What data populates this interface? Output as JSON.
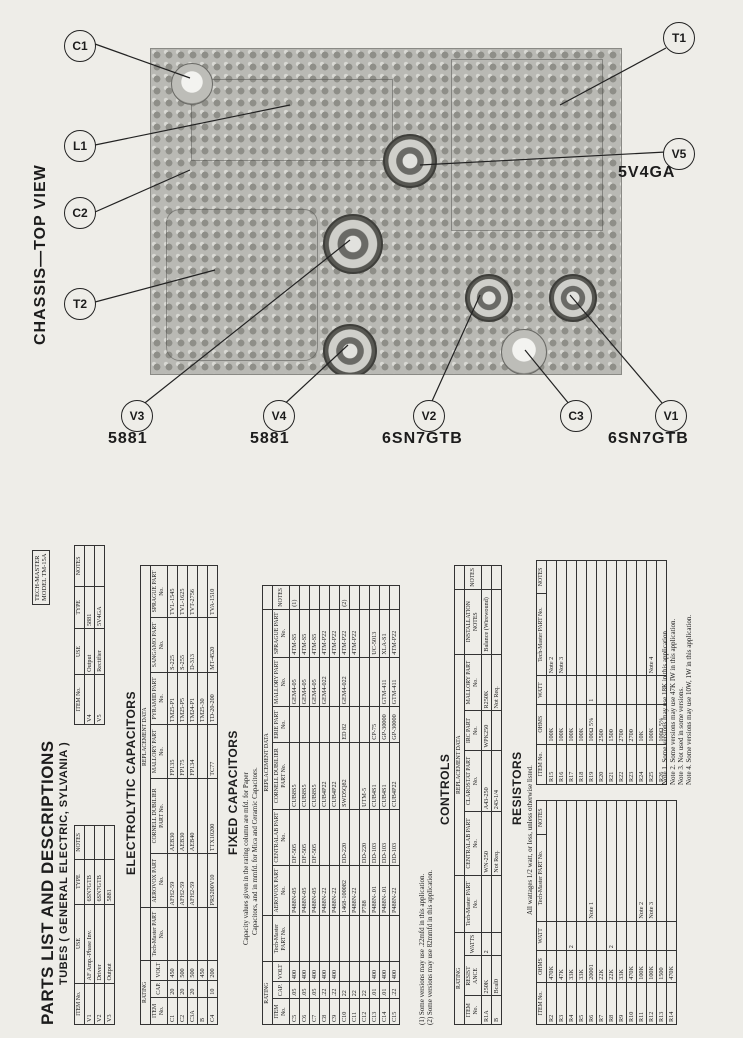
{
  "chassis": {
    "title": "CHASSIS—TOP VIEW",
    "labels": [
      "C1",
      "L1",
      "C2",
      "T2",
      "T1",
      "V5",
      "V3",
      "V4",
      "V2",
      "C3",
      "V1"
    ],
    "tube_types": {
      "V5": "5V4GA",
      "V3": "5881",
      "V4": "5881",
      "V2": "6SN7GTB",
      "V1": "6SN7GTB"
    }
  },
  "stamp": {
    "line1": "TECH-MASTER",
    "line2": "MODEL TM-15A"
  },
  "header": {
    "title": "PARTS LIST AND DESCRIPTIONS",
    "subtitle": "TUBES ( GENERAL ELECTRIC, SYLVANIA )"
  },
  "tubes": {
    "left_headers": [
      "ITEM No.",
      "USE",
      "TYPE",
      "NOTES"
    ],
    "left_rows": [
      [
        "V1",
        "AF Amp.-Phase Inv.",
        "6SN7GTB",
        ""
      ],
      [
        "V2",
        "Driver",
        "6SN7GTB",
        ""
      ],
      [
        "V3",
        "Output",
        "5881",
        ""
      ]
    ],
    "right_headers": [
      "ITEM No.",
      "USE",
      "TYPE",
      "NOTES"
    ],
    "right_rows": [
      [
        "V4",
        "Output",
        "5881",
        ""
      ],
      [
        "V5",
        "Rectifier",
        "5V4GA",
        ""
      ]
    ]
  },
  "electrolytic": {
    "title": "ELECTROLYTIC CAPACITORS",
    "group_rating": "RATING",
    "group_repl": "REPLACEMENT DATA",
    "headers": [
      "ITEM No.",
      "CAP.",
      "VOLT",
      "Tech-Master PART No.",
      "AEROVOX PART No.",
      "CORNELL DUBILIER PART No.",
      "MALLORY PART No.",
      "PYRAMID PART No.",
      "SANGAMO PART No.",
      "SPRAGUE PART No."
    ],
    "rows": [
      [
        "C1",
        "20",
        "450",
        "",
        "AFH2-59",
        "AEB30",
        "FP135",
        "TM25-P1",
        "S-225",
        "TVL-1545"
      ],
      [
        "C2",
        "20",
        "500",
        "",
        "AFH2-59",
        "AEB30",
        "FP175",
        "TM25-P5",
        "S-255",
        "TVL-1625"
      ],
      [
        "C3A",
        "20",
        "500",
        "",
        "AFH2-59",
        "AEB40",
        "FP134",
        "TM24-P1",
        "D-313",
        "TVT-2756"
      ],
      [
        "B",
        "",
        "450",
        "",
        "",
        "",
        "",
        "TM25-30",
        "",
        ""
      ],
      [
        "C4",
        "10",
        "200",
        "",
        "PRS200V10",
        "TTX10200",
        "TC77",
        "TD-20-200",
        "MT-4520",
        "TVA-1510"
      ]
    ]
  },
  "fixed": {
    "title": "FIXED CAPACITORS",
    "note_line1": "Capacity values given in the rating column are mfd. for Paper",
    "note_line2": "Capacitors, and in mmfd. for Mica and Ceramic Capacitors.",
    "group_rating": "RATING",
    "group_repl": "REPLACEMENT DATA",
    "headers": [
      "ITEM No.",
      "CAP.",
      "VOLT",
      "Tech-Master PART No.",
      "AEROVOX PART No.",
      "CENTRALAB PART No.",
      "CORNELL DUBILIER PART No.",
      "ERIE PART No.",
      "MALLORY PART No.",
      "SPRAGUE PART No.",
      "NOTES"
    ],
    "rows": [
      [
        "C5",
        ".05",
        "400",
        "",
        "P488N-05",
        "DF-505",
        "CUB8S5",
        "",
        "GEM4-05",
        "4TM-S5",
        "(1)"
      ],
      [
        "C6",
        ".05",
        "400",
        "",
        "P488N-05",
        "DF-505",
        "CUB8S5",
        "",
        "GEM4-05",
        "4TM-S5",
        ""
      ],
      [
        "C7",
        ".05",
        "400",
        "",
        "P488N-05",
        "DF-505",
        "CUB8S5",
        "",
        "GEM4-05",
        "4TM-S5",
        ""
      ],
      [
        "C8",
        ".22",
        "400",
        "",
        "P488N-22",
        "",
        "CUB4P22",
        "",
        "GEM4-022",
        "4TM-P22",
        ""
      ],
      [
        "C9",
        ".22",
        "400",
        "",
        "P488N-22",
        "",
        "CUB4P22",
        "",
        "",
        "4TM-P22",
        ""
      ],
      [
        "C10",
        "22",
        "",
        "",
        "1468-100082",
        "DD-220",
        "SWD5Q82",
        "ED 82",
        "GEM4-022",
        "4TM-P22",
        "(2)"
      ],
      [
        "C11",
        "22",
        "",
        "",
        "P488N-22",
        "",
        "",
        "",
        "",
        "4TM-P22",
        ""
      ],
      [
        "C12",
        "22",
        "",
        "",
        "P788",
        "DD-220",
        "UTM-5",
        "",
        "",
        "",
        ""
      ],
      [
        "C13",
        ".01",
        "400",
        "",
        "P488N-.01",
        "DD-103",
        "CUB4S1",
        "CP-75",
        "",
        "UC-5013",
        ""
      ],
      [
        "C14",
        ".01",
        "400",
        "",
        "P488N-.01",
        "DD-103",
        "CUB4S1",
        "GP-30000",
        "GTM-411",
        "XLA-S1",
        ""
      ],
      [
        "C15",
        ".22",
        "400",
        "",
        "P488N-22",
        "DD-103",
        "CUB4P22",
        "GP-30000",
        "GTM-411",
        "4TM-P22",
        ""
      ]
    ],
    "footnote1": "(1) Some versions may use .22mfd in this application.",
    "footnote2": "(2) Some versions may use 82mmfd in this application."
  },
  "controls": {
    "title": "CONTROLS",
    "group_rating": "RATING",
    "group_repl": "REPLACEMENT DATA",
    "headers": [
      "ITEM No.",
      "RESIST ANCE",
      "WATTS",
      "Tech-Master PART No.",
      "CENTRALAB PART No.",
      "CLAROSTAT PART No.",
      "IRC PART No.",
      "MALLORY PART No.",
      "INSTALLATION NOTES",
      "NOTES"
    ],
    "rows": [
      [
        "R1A",
        "250K",
        "2",
        "",
        "WN-250",
        "A43-250",
        "WPK250",
        "R250K",
        "Balance (Wirewound)",
        ""
      ],
      [
        "B",
        "Bcal0",
        "",
        "",
        "Not Req.",
        "243-1/4",
        "",
        "Not Req.",
        "",
        ""
      ]
    ]
  },
  "resistors": {
    "title": "RESISTORS",
    "subtitle": "All wattages 1/2 watt, or less, unless otherwise listed.",
    "headers": [
      "ITEM No.",
      "OHMS",
      "WATT",
      "Tech-Master PART No.",
      "NOTES"
    ],
    "left_rows": [
      [
        "R2",
        "470K",
        "",
        ""
      ],
      [
        "R3",
        "47K",
        "",
        ""
      ],
      [
        "R4",
        "33K",
        "2",
        ""
      ],
      [
        "R5",
        "33K",
        "",
        ""
      ],
      [
        "R6",
        "20001",
        "",
        "Note 1"
      ],
      [
        "R7",
        "22K",
        "",
        ""
      ],
      [
        "R8",
        "22K",
        "2",
        ""
      ],
      [
        "R9",
        "33K",
        "",
        ""
      ],
      [
        "R10",
        "470K",
        "",
        ""
      ],
      [
        "R11",
        "100K",
        "",
        "Note 2"
      ],
      [
        "R12",
        "100K",
        "",
        "Note 3"
      ],
      [
        "R13",
        "1500",
        "",
        ""
      ],
      [
        "R14",
        "470K",
        "",
        ""
      ]
    ],
    "right_rows": [
      [
        "R15",
        "100K",
        "",
        "Note 2"
      ],
      [
        "R16",
        "100K",
        "",
        "Note 3"
      ],
      [
        "R17",
        "100K",
        "",
        ""
      ],
      [
        "R18",
        "100K",
        "",
        ""
      ],
      [
        "R19",
        "100Ω 5%",
        "1",
        ""
      ],
      [
        "R20",
        "2500",
        "",
        ""
      ],
      [
        "R21",
        "1500",
        "",
        ""
      ],
      [
        "R22",
        "2700",
        "",
        ""
      ],
      [
        "R23",
        "2700",
        "",
        ""
      ],
      [
        "R24",
        "10K",
        "",
        ""
      ],
      [
        "R25",
        "100K",
        "",
        "Note 4"
      ],
      [
        "R26",
        "100Ω 5%",
        "",
        ""
      ]
    ],
    "notes": [
      "Note 1. Some versions may use 18K in this application.",
      "Note 2. Some versions may use 47K IW in this application.",
      "Note 3. Not used in some versions.",
      "Note 4. Some versions may use 10W, 1W in this application."
    ]
  }
}
